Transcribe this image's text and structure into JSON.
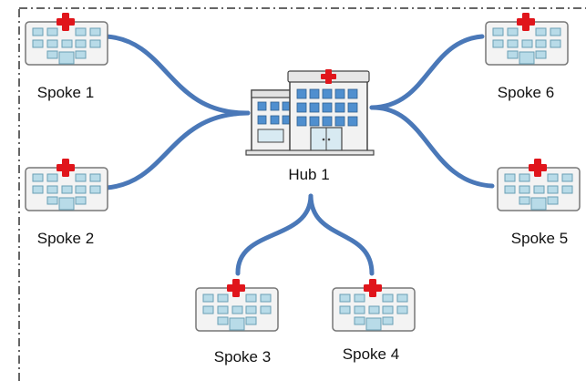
{
  "diagram": {
    "hub": {
      "label": "Hub 1"
    },
    "spokes": [
      {
        "label": "Spoke 1"
      },
      {
        "label": "Spoke 2"
      },
      {
        "label": "Spoke 3"
      },
      {
        "label": "Spoke 4"
      },
      {
        "label": "Spoke 5"
      },
      {
        "label": "Spoke 6"
      }
    ],
    "colors": {
      "connector": "#4a78b8",
      "border": "#444444",
      "building": "#f2f2f2",
      "window": "#a9d4e4",
      "hub_window": "#4f8fcf",
      "cross": "#e0151b"
    }
  }
}
